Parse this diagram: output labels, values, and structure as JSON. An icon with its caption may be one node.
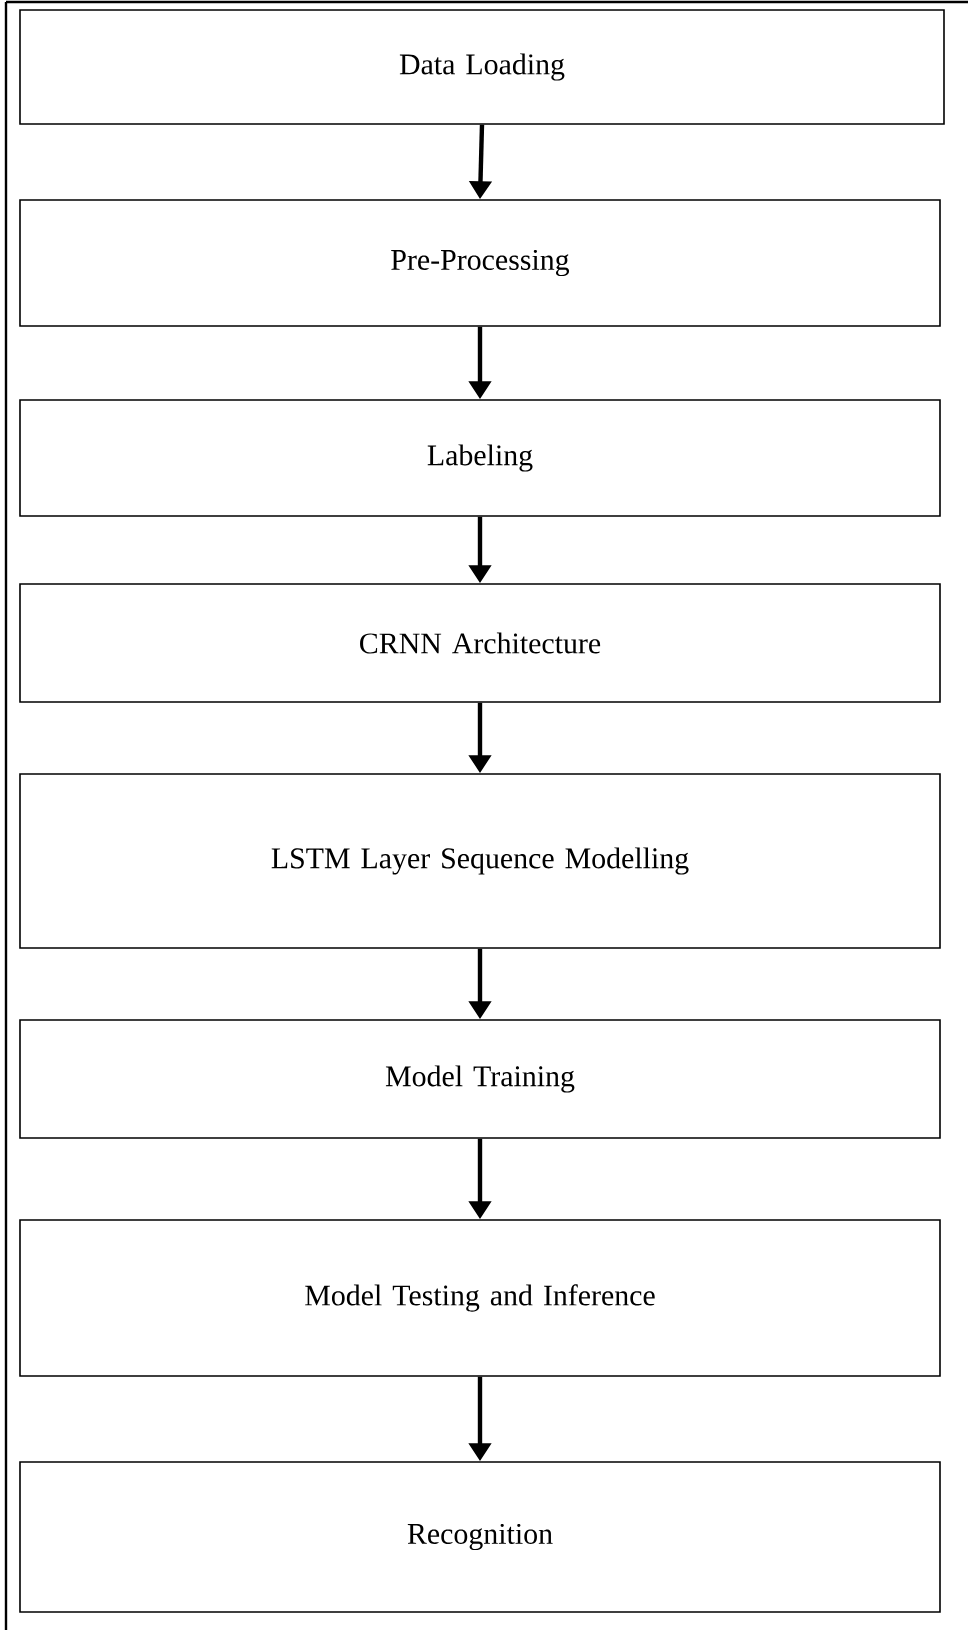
{
  "diagram": {
    "nodes": [
      {
        "text": [
          "Data Loading"
        ]
      },
      {
        "text": [
          "Pre-Processing"
        ]
      },
      {
        "text": [
          "Labeling"
        ]
      },
      {
        "text": [
          "CRNN Architecture"
        ]
      },
      {
        "text": [
          "LSTM Layer Sequence Modelling"
        ]
      },
      {
        "text": [
          "Model Training"
        ]
      },
      {
        "text": [
          "Model Testing and Inference"
        ]
      },
      {
        "text": [
          "Recognition"
        ]
      }
    ],
    "edges": [
      {
        "from": 0,
        "to": 1,
        "arrow": "to"
      },
      {
        "from": 1,
        "to": 2,
        "arrow": "to"
      },
      {
        "from": 2,
        "to": 3,
        "arrow": "to"
      },
      {
        "from": 3,
        "to": 4,
        "arrow": "to"
      },
      {
        "from": 4,
        "to": 5,
        "arrow": "to"
      },
      {
        "from": 5,
        "to": 6,
        "arrow": "to"
      },
      {
        "from": 6,
        "to": 7,
        "arrow": "to"
      }
    ]
  }
}
